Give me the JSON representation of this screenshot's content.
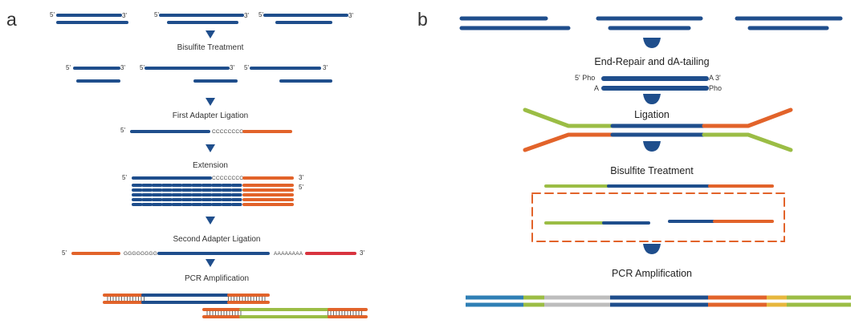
{
  "colors": {
    "navy": "#1f4e8c",
    "orange": "#e2632a",
    "red": "#d8343f",
    "green": "#9bbd45",
    "gray": "#bdbdbd",
    "yellow": "#e7b73d",
    "light_blue": "#2f7fb5",
    "dashed_box": "#e2632a"
  },
  "panel_a": {
    "label": "a",
    "steps": {
      "bisulfite": "Bisulfite Treatment",
      "first_ligation": "First Adapter Ligation",
      "extension": "Extension",
      "second_ligation": "Second Adapter Ligation",
      "pcr": "PCR Amplification"
    },
    "ends": {
      "five": "5'",
      "three": "3'"
    },
    "sequences": {
      "c_tail": "CCCCCCCC",
      "g_tail": "GGGGGGGG",
      "a_tail": "AAAAAAAA"
    }
  },
  "panel_b": {
    "label": "b",
    "steps": {
      "end_repair": "End-Repair and dA-tailing",
      "ligation": "Ligation",
      "bisulfite": "Bisulfite Treatment",
      "pcr": "PCR Amplification"
    },
    "labels": {
      "five_pho": "5' Pho",
      "a_three": "A 3'",
      "a": "A",
      "pho": "Pho"
    }
  }
}
